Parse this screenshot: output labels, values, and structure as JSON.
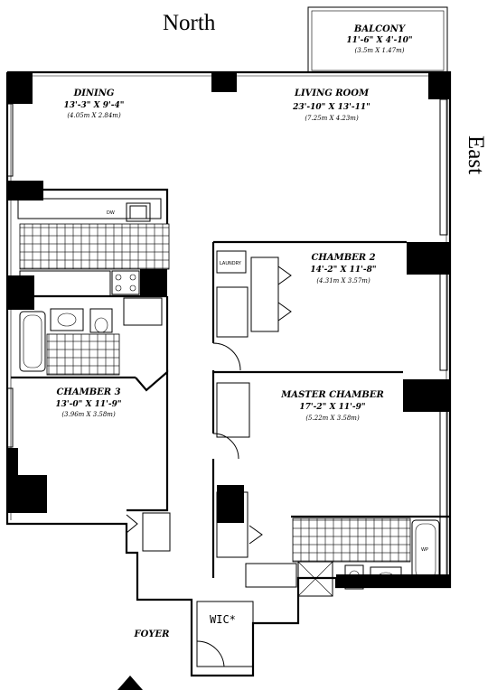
{
  "compass": {
    "north": "North",
    "east": "East"
  },
  "rooms": {
    "balcony": {
      "name": "BALCONY",
      "dim": "11'-6\" X 4'-10\"",
      "metric": "(3.5m X 1.47m)"
    },
    "dining": {
      "name": "DINING",
      "dim": "13'-3\" X 9'-4\"",
      "metric": "(4.05m X 2.84m)"
    },
    "living": {
      "name": "LIVING ROOM",
      "dim": "23'-10\" X 13'-11\"",
      "metric": "(7.25m X 4.23m)"
    },
    "chamber2": {
      "name": "CHAMBER 2",
      "dim": "14'-2\" X 11'-8\"",
      "metric": "(4.31m X 3.57m)"
    },
    "chamber3": {
      "name": "CHAMBER 3",
      "dim": "13'-0\" X 11'-9\"",
      "metric": "(3.96m X 3.58m)"
    },
    "master": {
      "name": "MASTER CHAMBER",
      "dim": "17'-2\" X 11'-9\"",
      "metric": "(5.22m X 3.58m)"
    },
    "foyer": {
      "name": "FOYER"
    },
    "wic": {
      "name": "WIC*"
    }
  },
  "fixtures": {
    "laundry": "LAUNDRY",
    "dw": "DW",
    "wp": "WP"
  }
}
